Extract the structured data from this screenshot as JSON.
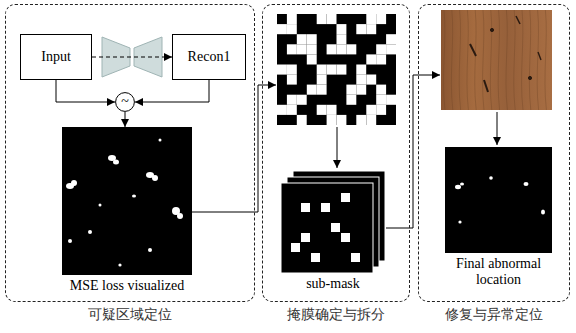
{
  "diagram": {
    "nodes": [
      {
        "text": [
          "可疑区域定位"
        ]
      },
      {
        "text": [
          "Input"
        ],
        "in": 0
      },
      {
        "text": [
          "Recon1"
        ],
        "in": 0
      },
      {
        "text": [
          "~"
        ],
        "in": 0
      },
      {
        "text": [
          "MSE loss visualized"
        ],
        "in": 0
      },
      {
        "text": [
          "掩膜确定与拆分"
        ]
      },
      {
        "text": [
          "sub-mask"
        ],
        "in": 5
      },
      {
        "text": [
          "修复与异常定位"
        ]
      },
      {
        "text": [
          "Final abnormal location"
        ],
        "in": 7
      }
    ],
    "edges": [
      {
        "from": 1,
        "to": 2,
        "arrow": "to"
      },
      {
        "from": 1,
        "to": 3,
        "arrow": "to"
      },
      {
        "from": 2,
        "to": 3,
        "arrow": "to"
      },
      {
        "from": 3,
        "to": 4,
        "arrow": "to"
      }
    ]
  }
}
